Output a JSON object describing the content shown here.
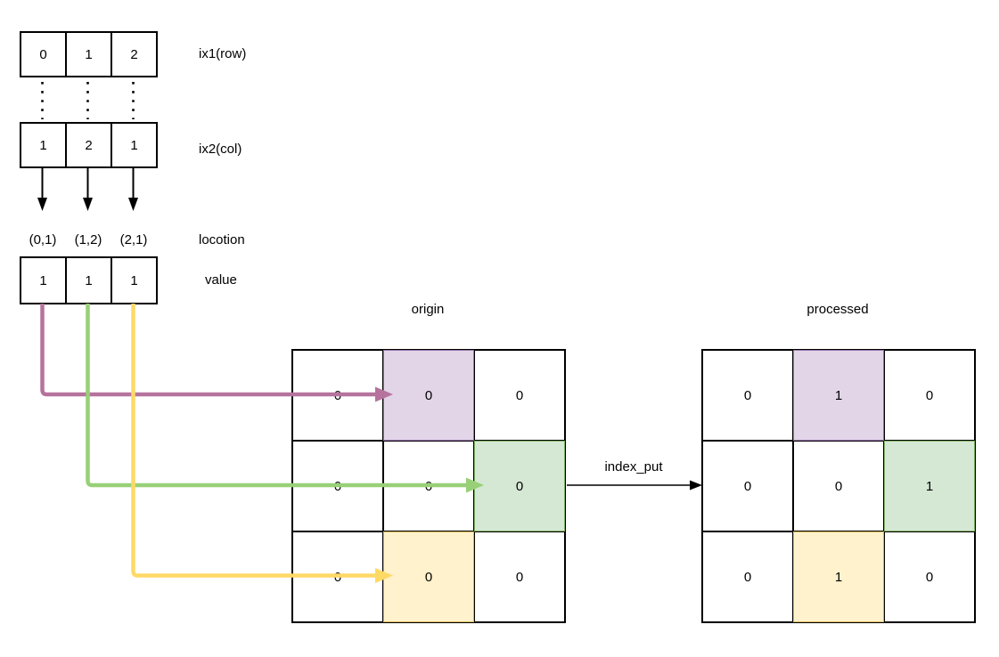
{
  "labels": {
    "ix1": "ix1(row)",
    "ix2": "ix2(col)",
    "location": "locotion",
    "value": "value",
    "operation": "index_put"
  },
  "index_rows": {
    "ix1": [
      "0",
      "1",
      "2"
    ],
    "ix2": [
      "1",
      "2",
      "1"
    ],
    "locations": [
      "(0,1)",
      "(1,2)",
      "(2,1)"
    ],
    "values": [
      "1",
      "1",
      "1"
    ]
  },
  "matrices": {
    "origin": {
      "title": "origin",
      "cells": [
        [
          "0",
          "0",
          "0"
        ],
        [
          "0",
          "0",
          "0"
        ],
        [
          "0",
          "0",
          "0"
        ]
      ]
    },
    "processed": {
      "title": "processed",
      "cells": [
        [
          "0",
          "1",
          "0"
        ],
        [
          "0",
          "0",
          "1"
        ],
        [
          "0",
          "1",
          "0"
        ]
      ]
    }
  },
  "highlights": [
    {
      "name": "purple",
      "row": 0,
      "col": 1,
      "fill": "#e1d5e7",
      "stroke": "#9673a6",
      "arrow": "#b5739d"
    },
    {
      "name": "green",
      "row": 1,
      "col": 2,
      "fill": "#d5e8d4",
      "stroke": "#82b366",
      "arrow": "#97d077"
    },
    {
      "name": "yellow",
      "row": 2,
      "col": 1,
      "fill": "#fff2cc",
      "stroke": "#d6b656",
      "arrow": "#ffd966"
    }
  ],
  "colors": {
    "line": "#000000",
    "background": "#ffffff"
  }
}
